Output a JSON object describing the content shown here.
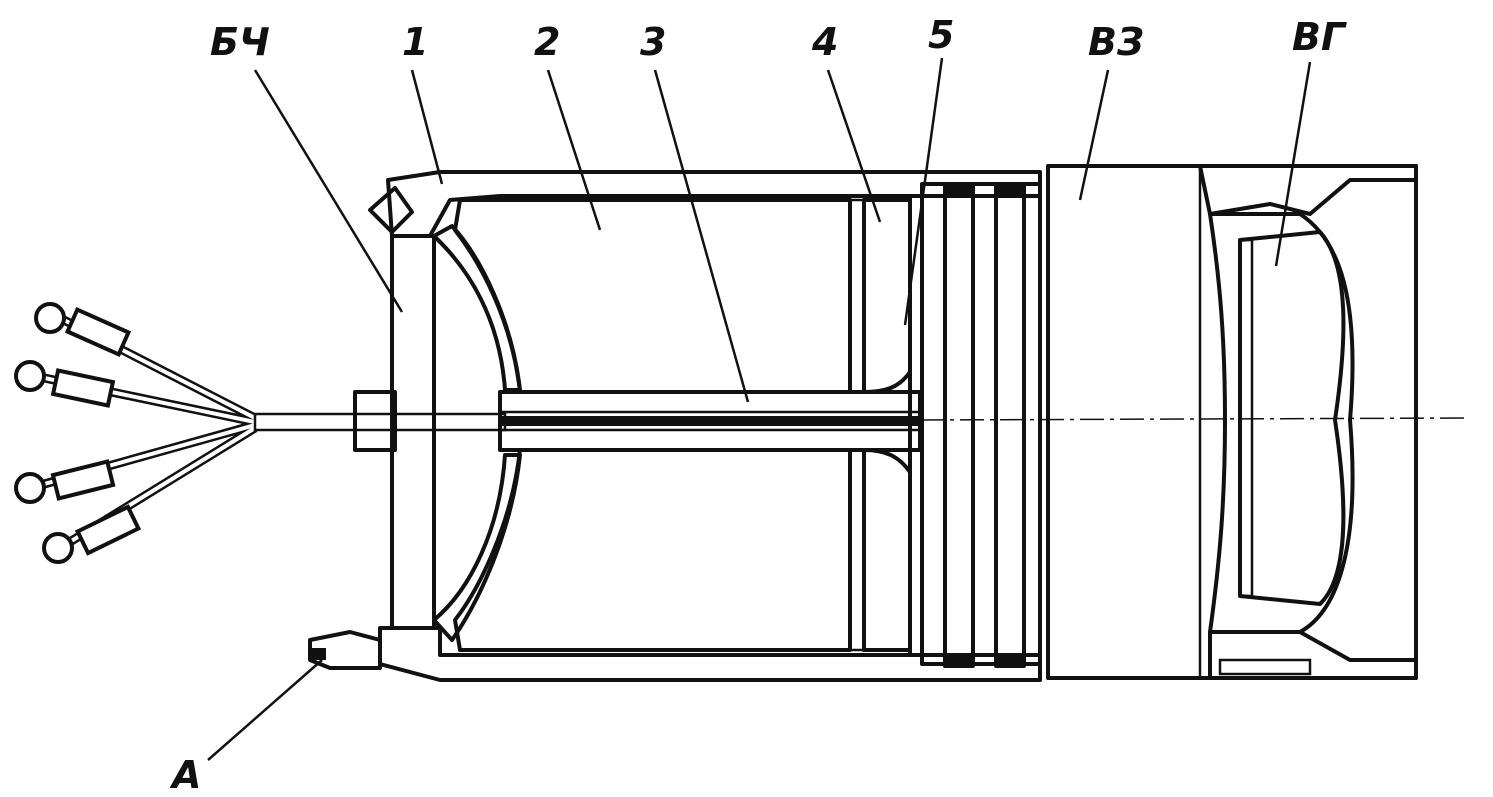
{
  "labels": {
    "bch": "БЧ",
    "one": "1",
    "two": "2",
    "three": "3",
    "four": "4",
    "five": "5",
    "vz": "ВЗ",
    "vg": "ВГ",
    "a": "А"
  },
  "colors": {
    "ink": "#111111",
    "paper": "#ffffff"
  }
}
